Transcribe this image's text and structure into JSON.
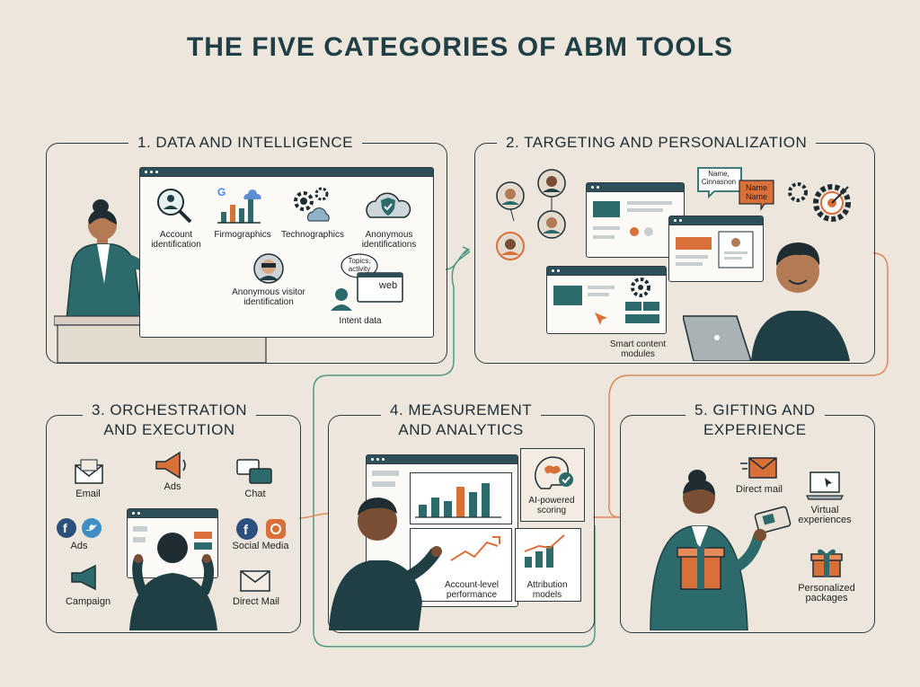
{
  "title": "THE FIVE CATEGORIES OF ABM TOOLS",
  "panels": {
    "p1": {
      "title": "1. DATA AND INTELLIGENCE",
      "labels": {
        "account": "Account\nidentification",
        "firmographics": "Firmographics",
        "technographics": "Technographics",
        "anon": "Anonymous\nidentifications",
        "anon_visitor": "Anonymous visitor\nidentification",
        "intent": "Intent data",
        "bubble": "Topics,\nactivity",
        "web": "web"
      }
    },
    "p2": {
      "title": "2. TARGETING AND PERSONALIZATION",
      "labels": {
        "smart": "Smart content\nmodules",
        "bubble1": "Name,\nCinnasnon",
        "bubble2": "Name\nName"
      }
    },
    "p3": {
      "title": "3. ORCHESTRATION\nAND EXECUTION",
      "labels": {
        "email": "Email",
        "ads_top": "Ads",
        "chat": "Chat",
        "ads_left": "Ads",
        "social": "Social Media",
        "campaign": "Campaign",
        "direct_mail": "Direct Mail"
      }
    },
    "p4": {
      "title": "4. MEASUREMENT\nAND ANALYTICS",
      "labels": {
        "ai": "AI-powered\nscoring",
        "account_perf": "Account-level\nperformance",
        "attribution": "Attribution\nmodels"
      }
    },
    "p5": {
      "title": "5. GIFTING AND\nEXPERIENCE",
      "labels": {
        "direct_mail": "Direct mail",
        "virtual": "Virtual\nexperiences",
        "packages": "Personalized\npackages"
      }
    }
  },
  "colors": {
    "background": "#ece6dd",
    "teal": "#2c6a6c",
    "dark_teal": "#1f3f45",
    "orange": "#d9703a",
    "connector_green": "#4f9a82",
    "connector_orange": "#dd8a5e"
  }
}
